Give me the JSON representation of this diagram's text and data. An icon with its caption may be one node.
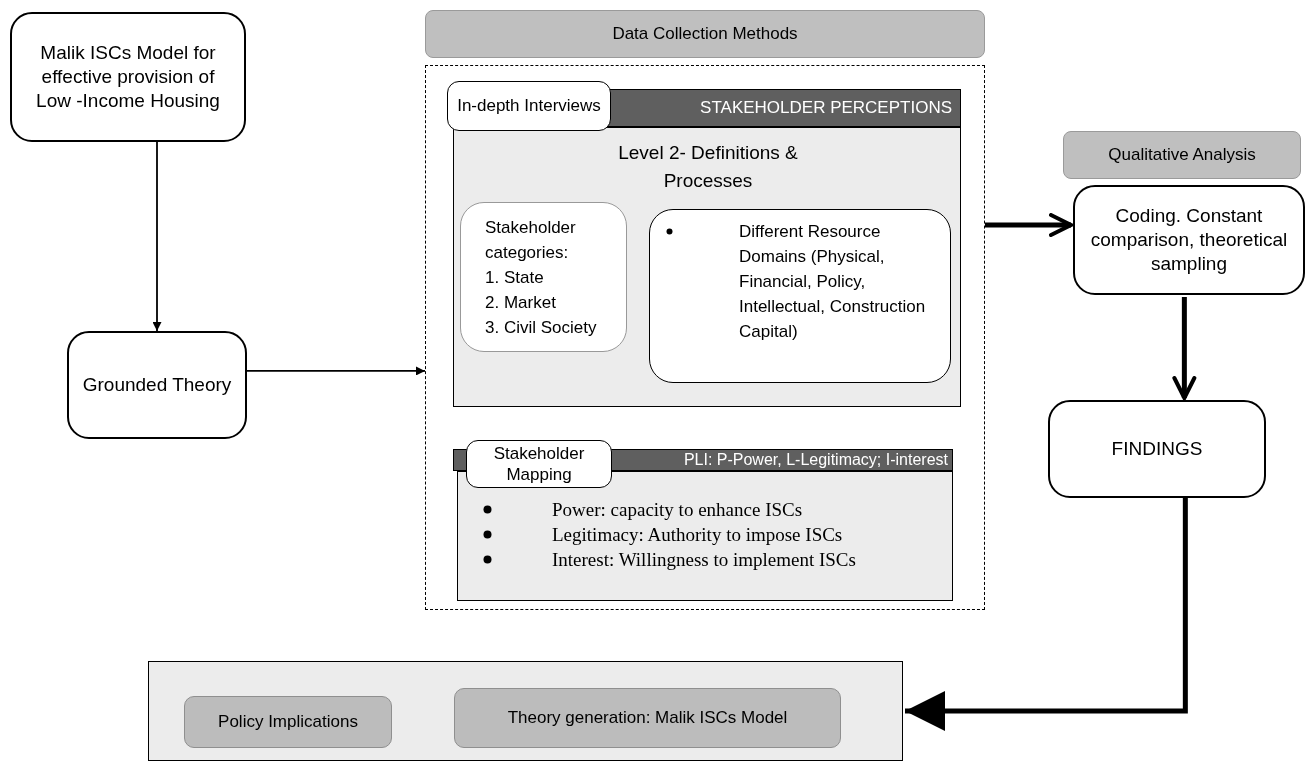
{
  "diagram": {
    "nodes": [
      {
        "text": [
          "Malik ISCs Model for effective provision of Low -Income Housing"
        ]
      },
      {
        "text": [
          "Grounded Theory"
        ]
      },
      {
        "text": [
          "Data Collection Methods"
        ]
      },
      {
        "text": [],
        "shape": "box"
      },
      {
        "text": [
          "STAKEHOLDER PERCEPTIONS",
          "Level 2- Definitions & Processes"
        ],
        "in": 3
      },
      {
        "text": [
          "In-depth Interviews"
        ],
        "in": 3
      },
      {
        "text": [
          "Stakeholder categories:",
          "1. State",
          "2. Market",
          "3. Civil Society"
        ],
        "in": 4
      },
      {
        "text": [
          "Different Resource Domains (Physical, Financial, Policy, Intellectual, Construction Capital)"
        ],
        "in": 4
      },
      {
        "text": [
          "PLI: P-Power, L-Legitimacy; I-interest",
          "Power: capacity to enhance ISCs",
          "Legitimacy: Authority to impose ISCs",
          "Interest: Willingness to implement ISCs"
        ],
        "in": 3
      },
      {
        "text": [
          "Stakeholder Mapping"
        ],
        "in": 3
      },
      {
        "text": [
          "Qualitative Analysis"
        ]
      },
      {
        "text": [
          "Coding. Constant comparison, theoretical sampling"
        ]
      },
      {
        "text": [
          "FINDINGS"
        ]
      },
      {
        "text": [],
        "shape": "box"
      },
      {
        "text": [
          "Policy Implications"
        ],
        "in": 13
      },
      {
        "text": [
          "Theory generation: Malik ISCs Model"
        ],
        "in": 13
      }
    ],
    "edges": [
      {
        "from": 0,
        "to": 1,
        "arrow": "to"
      },
      {
        "from": 1,
        "to": 3,
        "arrow": "to"
      },
      {
        "from": 3,
        "to": 11,
        "arrow": "to"
      },
      {
        "from": 11,
        "to": 12,
        "arrow": "to"
      },
      {
        "from": 12,
        "to": 13,
        "arrow": "to"
      }
    ]
  }
}
